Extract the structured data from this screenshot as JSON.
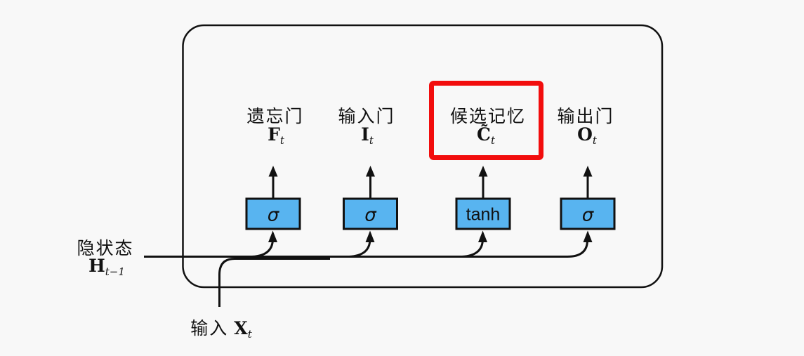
{
  "figure": {
    "title_semantics": "LSTM cell gates diagram",
    "colors": {
      "background": "#f8f8f8",
      "line": "#111111",
      "activation_fill": "#58b4f0",
      "highlight": "#f20d0d"
    },
    "gates": [
      {
        "name": "遗忘门",
        "symbol": "F",
        "subscript": "t",
        "activation": "σ",
        "highlighted": false
      },
      {
        "name": "输入门",
        "symbol": "I",
        "subscript": "t",
        "activation": "σ",
        "highlighted": false
      },
      {
        "name": "候选记忆",
        "symbol": "C̃",
        "subscript": "t",
        "activation": "tanh",
        "highlighted": true
      },
      {
        "name": "输出门",
        "symbol": "O",
        "subscript": "t",
        "activation": "σ",
        "highlighted": false
      }
    ],
    "hidden_state": {
      "label": "隐状态",
      "symbol": "H",
      "subscript": "t−1"
    },
    "input": {
      "label": "输入",
      "symbol": "X",
      "subscript": "t"
    }
  }
}
